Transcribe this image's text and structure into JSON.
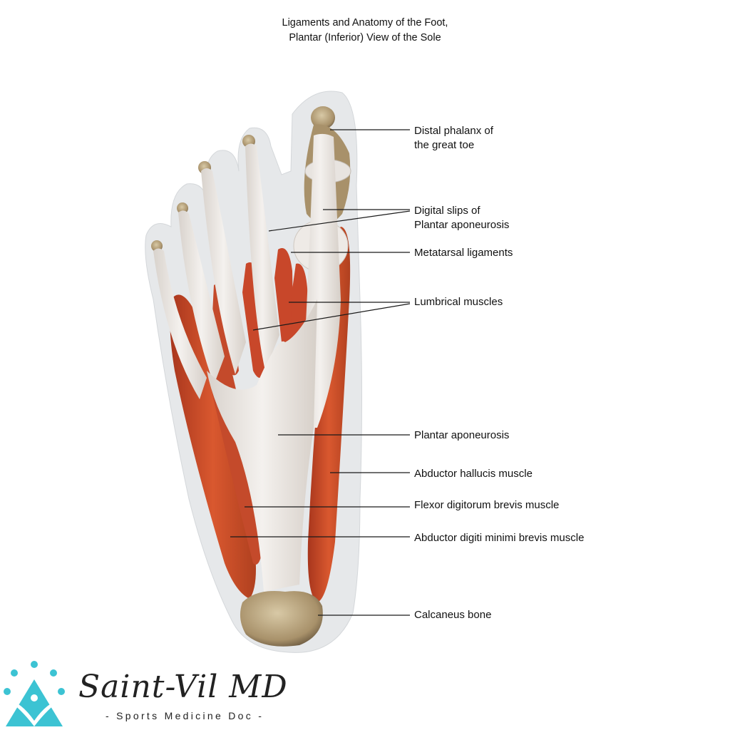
{
  "title": {
    "line1": "Ligaments and Anatomy of the Foot,",
    "line2": "Plantar (Inferior) View of the Sole"
  },
  "labels": [
    {
      "id": "distal-phalanx",
      "line1": "Distal phalanx of",
      "line2": "the great toe"
    },
    {
      "id": "digital-slips",
      "line1": "Digital slips of",
      "line2": "Plantar aponeurosis"
    },
    {
      "id": "metatarsal-ligaments",
      "line1": "Metatarsal ligaments"
    },
    {
      "id": "lumbrical-muscles",
      "line1": "Lumbrical muscles"
    },
    {
      "id": "plantar-aponeurosis",
      "line1": "Plantar aponeurosis"
    },
    {
      "id": "abductor-hallucis",
      "line1": "Abductor hallucis muscle"
    },
    {
      "id": "flexor-digitorum-brevis",
      "line1": "Flexor digitorum brevis muscle"
    },
    {
      "id": "abductor-digiti-minimi",
      "line1": "Abductor digiti minimi brevis muscle"
    },
    {
      "id": "calcaneus",
      "line1": "Calcaneus bone"
    }
  ],
  "logo": {
    "script": "Saint-Vil MD",
    "tagline": "- Sports Medicine Doc -",
    "accent_color": "#3cc3d3"
  },
  "colors": {
    "muscle": "#c8472a",
    "tendon": "#ece8e4",
    "bone": "#b9a37c",
    "skin_silhouette": "#e6e8ea",
    "leader_line": "#1a1a1a"
  }
}
